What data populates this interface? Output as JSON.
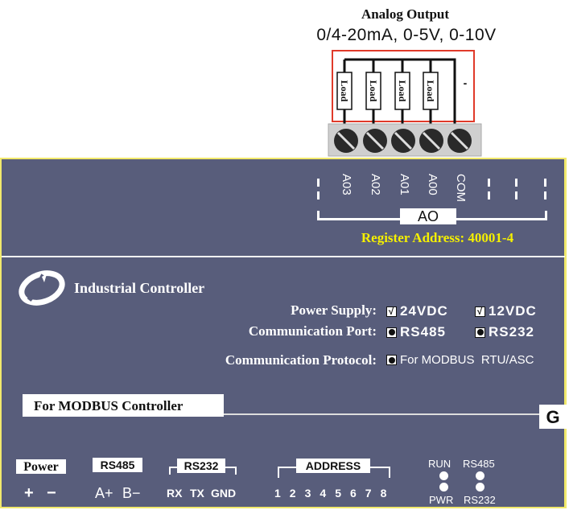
{
  "header": {
    "title": "Analog Output",
    "range": "0/4-20mA, 0-5V, 0-10V"
  },
  "wiring": {
    "loads": [
      "Load",
      "Load",
      "Load",
      "Load"
    ],
    "minus_mark": "-",
    "terminal_count": 5,
    "colors": {
      "frame": "#e03a2a",
      "wire": "#111111",
      "terminal_block": "#c9c9c9",
      "screw": "#2a2a2a"
    }
  },
  "device": {
    "colors": {
      "body": "#585d7b",
      "border": "#f1e96c",
      "register_text": "#f5f000"
    },
    "terminals": [
      {
        "label": "",
        "type": "dash"
      },
      {
        "label": "A03",
        "type": "pin"
      },
      {
        "label": "A02",
        "type": "pin"
      },
      {
        "label": "A01",
        "type": "pin"
      },
      {
        "label": "A00",
        "type": "pin"
      },
      {
        "label": "COM",
        "type": "pin"
      },
      {
        "label": "",
        "type": "dash"
      },
      {
        "label": "",
        "type": "dash"
      },
      {
        "label": "",
        "type": "dash"
      }
    ],
    "group_label": "AO",
    "register_address": "Register Address: 40001-4",
    "title": "Industrial Controller",
    "specs": [
      {
        "label": "Power Supply:",
        "options": [
          {
            "kind": "check",
            "text": "24VDC",
            "checked": true
          },
          {
            "kind": "check",
            "text": "12VDC",
            "checked": true
          }
        ]
      },
      {
        "label": "Communication Port:",
        "options": [
          {
            "kind": "radio",
            "text": "RS485",
            "selected": true
          },
          {
            "kind": "radio",
            "text": "RS232",
            "selected": true
          }
        ]
      },
      {
        "label": "Communication Protocol:",
        "options": [
          {
            "kind": "radio",
            "text": "For MODBUS  RTU/ASC",
            "selected": true
          }
        ]
      }
    ],
    "modbus_label": "For MODBUS Controller",
    "model_letter": "G",
    "bottom": {
      "power": {
        "label": "Power",
        "pins": [
          "+",
          "−"
        ]
      },
      "rs485": {
        "label": "RS485",
        "pins": [
          "A+",
          "B−"
        ]
      },
      "rs232": {
        "label": "RS232",
        "pins": [
          "RX",
          "TX",
          "GND"
        ]
      },
      "address": {
        "label": "ADDRESS",
        "pins": [
          "1",
          "2",
          "3",
          "4",
          "5",
          "6",
          "7",
          "8"
        ]
      },
      "leds": {
        "top": [
          "RUN",
          "RS485"
        ],
        "bottom": [
          "PWR",
          "RS232"
        ]
      }
    }
  }
}
